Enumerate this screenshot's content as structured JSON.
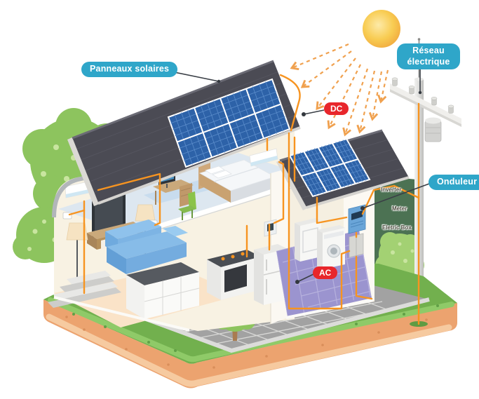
{
  "callouts": {
    "solar_panels": "Panneaux solaires",
    "grid": "Réseau électrique",
    "inverter": "Onduleur",
    "dc": "DC",
    "ac": "AC"
  },
  "device_tags": {
    "inverter": "Inverter",
    "meter": "Meter",
    "electric_box": "Eletric Box"
  },
  "colors": {
    "callout_bg": "#2fa6c9",
    "badge_bg": "#e8262b",
    "wire": "#f79420",
    "pointer": "#3a3f46",
    "roof": "#4b4b54",
    "panel": "#2d62a8",
    "panel_line": "#5b8dcb",
    "grass": "#72b04e",
    "grass_edge": "#8fca68",
    "dirt": "#eca36f",
    "dirt_edge": "#f6caa0",
    "hedge": "#4c7253",
    "tree": "#8dc45e",
    "bush": "#a3d173",
    "sun_ring": "#ffffff",
    "patio": "#a2a2a2",
    "laundry_floor": "#9b94cf",
    "living_floor": "#fae3c8",
    "upstairs_slab": "#dde7f0",
    "wall": "#f8f2e3"
  }
}
